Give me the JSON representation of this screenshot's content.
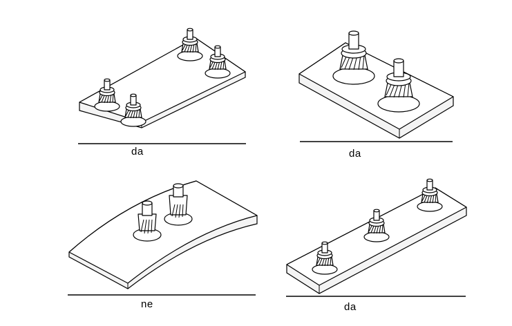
{
  "panels": [
    {
      "label": "da"
    },
    {
      "label": "da"
    },
    {
      "label": "ne"
    },
    {
      "label": "da"
    }
  ]
}
